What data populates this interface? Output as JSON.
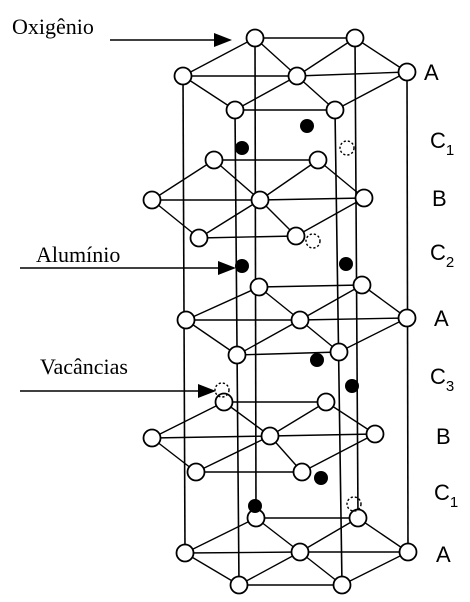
{
  "labels": {
    "oxygen": "Oxigênio",
    "aluminium": "Alumínio",
    "vacancies": "Vacâncias"
  },
  "layers": [
    {
      "letter": "A",
      "sub": ""
    },
    {
      "letter": "C",
      "sub": "1"
    },
    {
      "letter": "B",
      "sub": ""
    },
    {
      "letter": "C",
      "sub": "2"
    },
    {
      "letter": "A",
      "sub": ""
    },
    {
      "letter": "C",
      "sub": "3"
    },
    {
      "letter": "B",
      "sub": ""
    },
    {
      "letter": "C",
      "sub": "1"
    },
    {
      "letter": "A",
      "sub": ""
    }
  ],
  "colors": {
    "oxygen_fill": "#ffffff",
    "aluminium_fill": "#000000",
    "line": "#000000"
  }
}
